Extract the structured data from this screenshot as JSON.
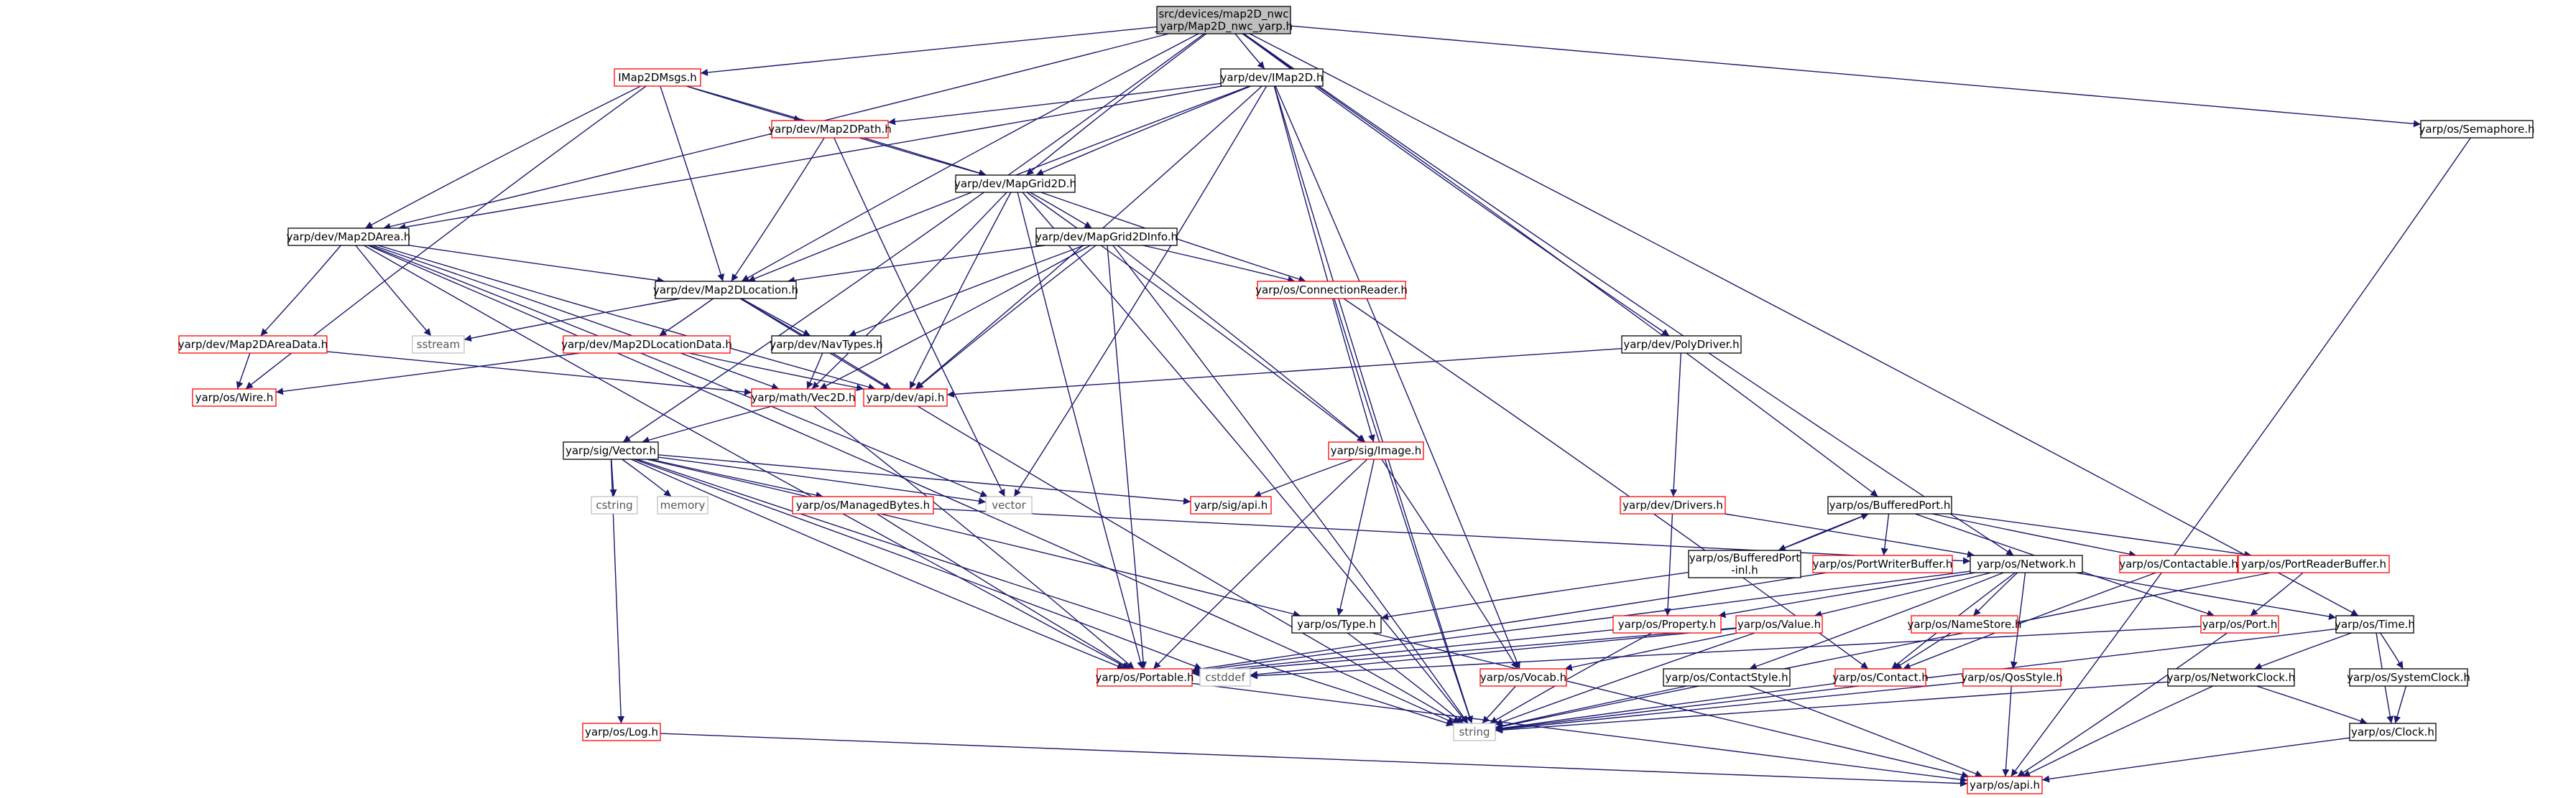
{
  "diagram": {
    "root": {
      "id": "root",
      "lines": [
        "src/devices/map2D_nwc",
        "_yarp/Map2D_nwc_yarp.h"
      ],
      "style": "root"
    },
    "nodes": [
      {
        "id": "imap2dmsgs",
        "lines": [
          "IMap2DMsgs.h"
        ],
        "style": "red"
      },
      {
        "id": "imap2d",
        "lines": [
          "yarp/dev/IMap2D.h"
        ],
        "style": "black"
      },
      {
        "id": "semaphore",
        "lines": [
          "yarp/os/Semaphore.h"
        ],
        "style": "black"
      },
      {
        "id": "map2dpath",
        "lines": [
          "yarp/dev/Map2DPath.h"
        ],
        "style": "red"
      },
      {
        "id": "mapgrid2d",
        "lines": [
          "yarp/dev/MapGrid2D.h"
        ],
        "style": "black"
      },
      {
        "id": "map2darea",
        "lines": [
          "yarp/dev/Map2DArea.h"
        ],
        "style": "black"
      },
      {
        "id": "mapgrid2dinfo",
        "lines": [
          "yarp/dev/MapGrid2DInfo.h"
        ],
        "style": "black"
      },
      {
        "id": "map2dlocation",
        "lines": [
          "yarp/dev/Map2DLocation.h"
        ],
        "style": "black"
      },
      {
        "id": "connectionreader",
        "lines": [
          "yarp/os/ConnectionReader.h"
        ],
        "style": "red"
      },
      {
        "id": "sstream",
        "lines": [
          "sstream"
        ],
        "style": "grey"
      },
      {
        "id": "map2dareadata",
        "lines": [
          "yarp/dev/Map2DAreaData.h"
        ],
        "style": "red"
      },
      {
        "id": "map2dlocationdata",
        "lines": [
          "yarp/dev/Map2DLocationData.h"
        ],
        "style": "red"
      },
      {
        "id": "navtypes",
        "lines": [
          "yarp/dev/NavTypes.h"
        ],
        "style": "black"
      },
      {
        "id": "polydriver",
        "lines": [
          "yarp/dev/PolyDriver.h"
        ],
        "style": "black"
      },
      {
        "id": "wire",
        "lines": [
          "yarp/os/Wire.h"
        ],
        "style": "red"
      },
      {
        "id": "vec2d",
        "lines": [
          "yarp/math/Vec2D.h"
        ],
        "style": "red"
      },
      {
        "id": "devapi",
        "lines": [
          "yarp/dev/api.h"
        ],
        "style": "red"
      },
      {
        "id": "sigvector",
        "lines": [
          "yarp/sig/Vector.h"
        ],
        "style": "black"
      },
      {
        "id": "sigimage",
        "lines": [
          "yarp/sig/Image.h"
        ],
        "style": "red"
      },
      {
        "id": "cstring",
        "lines": [
          "cstring"
        ],
        "style": "grey"
      },
      {
        "id": "memory",
        "lines": [
          "memory"
        ],
        "style": "grey"
      },
      {
        "id": "managedbytes",
        "lines": [
          "yarp/os/ManagedBytes.h"
        ],
        "style": "red"
      },
      {
        "id": "vector",
        "lines": [
          "vector"
        ],
        "style": "grey"
      },
      {
        "id": "sigapi",
        "lines": [
          "yarp/sig/api.h"
        ],
        "style": "red"
      },
      {
        "id": "devdrivers",
        "lines": [
          "yarp/dev/Drivers.h"
        ],
        "style": "red"
      },
      {
        "id": "bufferedport",
        "lines": [
          "yarp/os/BufferedPort.h"
        ],
        "style": "black"
      },
      {
        "id": "bufferedportinl",
        "lines": [
          "yarp/os/BufferedPort",
          "-inl.h"
        ],
        "style": "black"
      },
      {
        "id": "portwriterbuffer",
        "lines": [
          "yarp/os/PortWriterBuffer.h"
        ],
        "style": "red"
      },
      {
        "id": "network",
        "lines": [
          "yarp/os/Network.h"
        ],
        "style": "black"
      },
      {
        "id": "contactable",
        "lines": [
          "yarp/os/Contactable.h"
        ],
        "style": "red"
      },
      {
        "id": "portreaderbuffer",
        "lines": [
          "yarp/os/PortReaderBuffer.h"
        ],
        "style": "red"
      },
      {
        "id": "ostype",
        "lines": [
          "yarp/os/Type.h"
        ],
        "style": "black"
      },
      {
        "id": "property",
        "lines": [
          "yarp/os/Property.h"
        ],
        "style": "red"
      },
      {
        "id": "value",
        "lines": [
          "yarp/os/Value.h"
        ],
        "style": "red"
      },
      {
        "id": "namestore",
        "lines": [
          "yarp/os/NameStore.h"
        ],
        "style": "red"
      },
      {
        "id": "port",
        "lines": [
          "yarp/os/Port.h"
        ],
        "style": "red"
      },
      {
        "id": "time",
        "lines": [
          "yarp/os/Time.h"
        ],
        "style": "black"
      },
      {
        "id": "portable",
        "lines": [
          "yarp/os/Portable.h"
        ],
        "style": "red"
      },
      {
        "id": "cstddef",
        "lines": [
          "cstddef"
        ],
        "style": "grey"
      },
      {
        "id": "vocab",
        "lines": [
          "yarp/os/Vocab.h"
        ],
        "style": "red"
      },
      {
        "id": "contactstyle",
        "lines": [
          "yarp/os/ContactStyle.h"
        ],
        "style": "black"
      },
      {
        "id": "contact",
        "lines": [
          "yarp/os/Contact.h"
        ],
        "style": "red"
      },
      {
        "id": "qosstyle",
        "lines": [
          "yarp/os/QosStyle.h"
        ],
        "style": "red"
      },
      {
        "id": "networkclock",
        "lines": [
          "yarp/os/NetworkClock.h"
        ],
        "style": "black"
      },
      {
        "id": "systemclock",
        "lines": [
          "yarp/os/SystemClock.h"
        ],
        "style": "black"
      },
      {
        "id": "oslog",
        "lines": [
          "yarp/os/Log.h"
        ],
        "style": "red"
      },
      {
        "id": "string",
        "lines": [
          "string"
        ],
        "style": "grey"
      },
      {
        "id": "clock",
        "lines": [
          "yarp/os/Clock.h"
        ],
        "style": "black"
      },
      {
        "id": "osapi",
        "lines": [
          "yarp/os/api.h"
        ],
        "style": "red"
      }
    ],
    "edges": [
      [
        "root",
        "imap2dmsgs"
      ],
      [
        "root",
        "imap2d"
      ],
      [
        "root",
        "semaphore"
      ],
      [
        "root",
        "mapgrid2d"
      ],
      [
        "root",
        "map2darea"
      ],
      [
        "root",
        "map2dlocation"
      ],
      [
        "root",
        "sigvector"
      ],
      [
        "root",
        "polydriver"
      ],
      [
        "root",
        "bufferedport"
      ],
      [
        "root",
        "network"
      ],
      [
        "root",
        "time"
      ],
      [
        "imap2dmsgs",
        "map2dpath"
      ],
      [
        "imap2dmsgs",
        "mapgrid2d"
      ],
      [
        "imap2dmsgs",
        "map2darea"
      ],
      [
        "imap2dmsgs",
        "map2dlocation"
      ],
      [
        "imap2dmsgs",
        "wire"
      ],
      [
        "imap2d",
        "map2dpath"
      ],
      [
        "imap2d",
        "mapgrid2d"
      ],
      [
        "imap2d",
        "map2darea"
      ],
      [
        "imap2d",
        "map2dlocation"
      ],
      [
        "imap2d",
        "devapi"
      ],
      [
        "imap2d",
        "sigimage"
      ],
      [
        "imap2d",
        "vector"
      ],
      [
        "imap2d",
        "string"
      ],
      [
        "imap2d",
        "vocab"
      ],
      [
        "map2dpath",
        "mapgrid2d"
      ],
      [
        "map2dpath",
        "map2dlocation"
      ],
      [
        "map2dpath",
        "vector"
      ],
      [
        "mapgrid2d",
        "mapgrid2dinfo"
      ],
      [
        "mapgrid2d",
        "connectionreader"
      ],
      [
        "mapgrid2d",
        "sigimage"
      ],
      [
        "mapgrid2d",
        "devapi"
      ],
      [
        "mapgrid2d",
        "vec2d"
      ],
      [
        "mapgrid2d",
        "portable"
      ],
      [
        "mapgrid2d",
        "string"
      ],
      [
        "map2darea",
        "map2dlocation"
      ],
      [
        "map2darea",
        "map2dareadata"
      ],
      [
        "map2darea",
        "sstream"
      ],
      [
        "map2darea",
        "vec2d"
      ],
      [
        "map2darea",
        "devapi"
      ],
      [
        "map2darea",
        "vector"
      ],
      [
        "map2darea",
        "portable"
      ],
      [
        "map2darea",
        "string"
      ],
      [
        "mapgrid2dinfo",
        "map2dlocation"
      ],
      [
        "mapgrid2dinfo",
        "connectionreader"
      ],
      [
        "mapgrid2dinfo",
        "navtypes"
      ],
      [
        "mapgrid2dinfo",
        "vec2d"
      ],
      [
        "mapgrid2dinfo",
        "devapi"
      ],
      [
        "mapgrid2dinfo",
        "sigimage"
      ],
      [
        "mapgrid2dinfo",
        "portable"
      ],
      [
        "mapgrid2dinfo",
        "string"
      ],
      [
        "map2dlocation",
        "sstream"
      ],
      [
        "map2dlocation",
        "map2dlocationdata"
      ],
      [
        "map2dlocation",
        "navtypes"
      ],
      [
        "map2dlocation",
        "devapi"
      ],
      [
        "map2dlocation",
        "string"
      ],
      [
        "connectionreader",
        "contact"
      ],
      [
        "connectionreader",
        "string"
      ],
      [
        "map2dareadata",
        "wire"
      ],
      [
        "map2dareadata",
        "vec2d"
      ],
      [
        "map2dlocationdata",
        "wire"
      ],
      [
        "map2dlocationdata",
        "devapi"
      ],
      [
        "navtypes",
        "vec2d"
      ],
      [
        "polydriver",
        "devapi"
      ],
      [
        "polydriver",
        "devdrivers"
      ],
      [
        "vec2d",
        "sigvector"
      ],
      [
        "vec2d",
        "portable"
      ],
      [
        "sigvector",
        "cstring"
      ],
      [
        "sigvector",
        "memory"
      ],
      [
        "sigvector",
        "managedbytes"
      ],
      [
        "sigvector",
        "vector"
      ],
      [
        "sigvector",
        "sigapi"
      ],
      [
        "sigvector",
        "ostype"
      ],
      [
        "sigvector",
        "portable"
      ],
      [
        "sigvector",
        "cstddef"
      ],
      [
        "sigvector",
        "string"
      ],
      [
        "sigvector",
        "oslog"
      ],
      [
        "sigimage",
        "sigapi"
      ],
      [
        "sigimage",
        "ostype"
      ],
      [
        "sigimage",
        "portable"
      ],
      [
        "sigimage",
        "vocab"
      ],
      [
        "managedbytes",
        "portable"
      ],
      [
        "managedbytes",
        "network"
      ],
      [
        "devdrivers",
        "property"
      ],
      [
        "devdrivers",
        "network"
      ],
      [
        "bufferedport",
        "bufferedportinl"
      ],
      [
        "bufferedport",
        "portwriterbuffer"
      ],
      [
        "bufferedport",
        "contactable"
      ],
      [
        "bufferedport",
        "portreaderbuffer"
      ],
      [
        "bufferedport",
        "port"
      ],
      [
        "bufferedportinl",
        "bufferedport"
      ],
      [
        "bufferedportinl",
        "ostype"
      ],
      [
        "portwriterbuffer",
        "portable"
      ],
      [
        "network",
        "property"
      ],
      [
        "network",
        "value"
      ],
      [
        "network",
        "namestore"
      ],
      [
        "network",
        "contactstyle"
      ],
      [
        "network",
        "contact"
      ],
      [
        "network",
        "qosstyle"
      ],
      [
        "network",
        "time"
      ],
      [
        "network",
        "portable"
      ],
      [
        "contactable",
        "contact"
      ],
      [
        "portreaderbuffer",
        "port"
      ],
      [
        "portreaderbuffer",
        "string"
      ],
      [
        "ostype",
        "string"
      ],
      [
        "ostype",
        "osapi"
      ],
      [
        "property",
        "portable"
      ],
      [
        "property",
        "string"
      ],
      [
        "value",
        "portable"
      ],
      [
        "value",
        "vocab"
      ],
      [
        "value",
        "cstddef"
      ],
      [
        "value",
        "string"
      ],
      [
        "namestore",
        "contact"
      ],
      [
        "port",
        "cstddef"
      ],
      [
        "port",
        "osapi"
      ],
      [
        "time",
        "networkclock"
      ],
      [
        "time",
        "systemclock"
      ],
      [
        "time",
        "clock"
      ],
      [
        "time",
        "string"
      ],
      [
        "portable",
        "osapi"
      ],
      [
        "vocab",
        "string"
      ],
      [
        "contactstyle",
        "string"
      ],
      [
        "contactstyle",
        "osapi"
      ],
      [
        "contact",
        "string"
      ],
      [
        "qosstyle",
        "string"
      ],
      [
        "qosstyle",
        "osapi"
      ],
      [
        "networkclock",
        "clock"
      ],
      [
        "networkclock",
        "osapi"
      ],
      [
        "networkclock",
        "string"
      ],
      [
        "systemclock",
        "clock"
      ],
      [
        "oslog",
        "osapi"
      ],
      [
        "clock",
        "osapi"
      ],
      [
        "semaphore",
        "osapi"
      ]
    ]
  }
}
